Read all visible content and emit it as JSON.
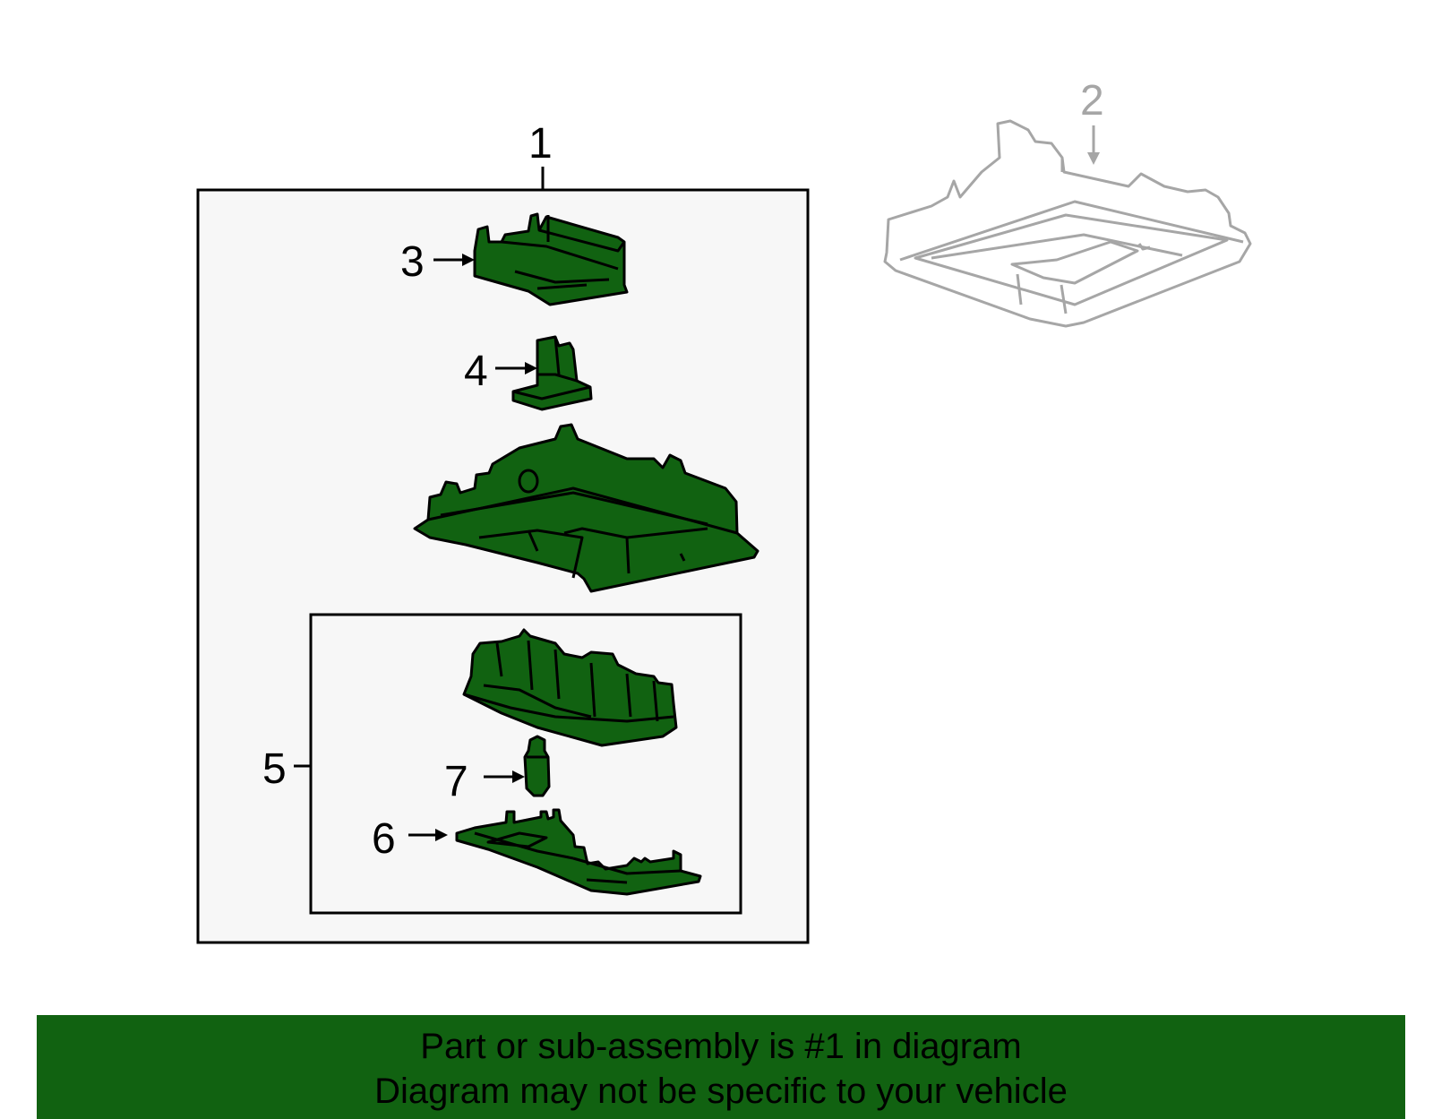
{
  "diagram": {
    "callouts": [
      "1",
      "2",
      "3",
      "4",
      "5",
      "6",
      "7"
    ],
    "colors": {
      "part_fill": "#116211",
      "outline": "#000000",
      "reference_outline": "#a6a6a6",
      "panel_fill": "#f7f7f7",
      "banner_fill": "#116211"
    }
  },
  "banner": {
    "line1": "Part or sub-assembly is #1 in diagram",
    "line2": "Diagram may not be specific to your vehicle"
  }
}
